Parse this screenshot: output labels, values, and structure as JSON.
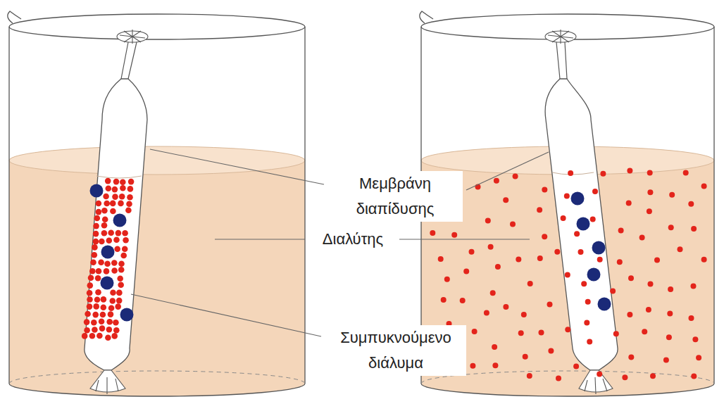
{
  "diagram": {
    "labels": [
      "Μεμβράνη διαπίδυσης",
      "Διαλύτης",
      "Συμπυκνούμενο διάλυμα"
    ]
  }
}
